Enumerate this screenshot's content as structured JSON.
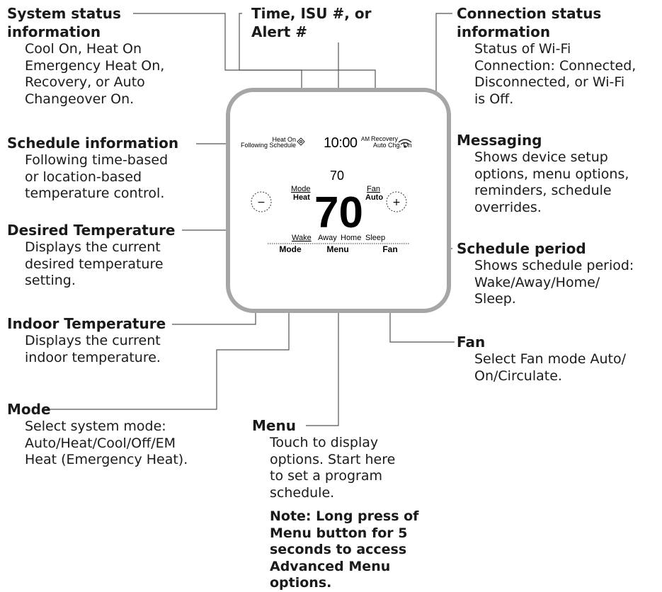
{
  "callouts": {
    "system_status": {
      "title": [
        "System status",
        "information"
      ],
      "body": [
        "Cool On, Heat On",
        "Emergency Heat On,",
        "Recovery, or Auto",
        "Changeover On."
      ]
    },
    "time_isu": {
      "title": [
        "Time, ISU #, or",
        "Alert #"
      ]
    },
    "connection_status": {
      "title": [
        "Connection status",
        "information"
      ],
      "body": [
        "Status of Wi-Fi",
        "Connection: Connected,",
        "Disconnected, or Wi-Fi",
        "is Off."
      ]
    },
    "schedule_info": {
      "title": [
        "Schedule information"
      ],
      "body": [
        "Following time-based",
        "or location-based",
        "temperature control."
      ]
    },
    "messaging": {
      "title": [
        "Messaging"
      ],
      "body": [
        "Shows device setup",
        "options, menu options,",
        "reminders, schedule",
        "overrides."
      ]
    },
    "desired_temp": {
      "title": [
        "Desired Temperature"
      ],
      "body": [
        "Displays the current",
        "desired temperature",
        "setting."
      ]
    },
    "schedule_period": {
      "title": [
        "Schedule period"
      ],
      "body": [
        "Shows schedule period:",
        "Wake/Away/Home/",
        "Sleep."
      ]
    },
    "indoor_temp": {
      "title": [
        "Indoor Temperature"
      ],
      "body": [
        "Displays the current",
        "indoor temperature."
      ]
    },
    "fan": {
      "title": [
        "Fan"
      ],
      "body": [
        "Select Fan mode Auto/",
        "On/Circulate."
      ]
    },
    "mode": {
      "title": [
        "Mode"
      ],
      "body": [
        "Select system mode:",
        "Auto/Heat/Cool/Off/EM",
        "Heat (Emergency Heat)."
      ]
    },
    "menu": {
      "title": [
        "Menu"
      ],
      "body": [
        "Touch to display",
        "options. Start here",
        "to set a program",
        "schedule."
      ],
      "note": [
        "Note: Long press of",
        "Menu button for 5",
        "seconds to access",
        "Advanced Menu",
        "options."
      ]
    }
  },
  "thermostat": {
    "status_heat_on": "Heat On",
    "status_following": "Following Schedule",
    "time_digits": "10:00",
    "time_ampm": "AM",
    "recovery": "Recovery",
    "auto_chg": "Auto Chg. On",
    "setpoint": "70",
    "indoor_temp": "70",
    "mode_label": "Mode",
    "mode_value": "Heat",
    "fan_label": "Fan",
    "fan_value": "Auto",
    "minus": "−",
    "plus": "+",
    "periods": [
      "Wake",
      "Away",
      "Home",
      "Sleep"
    ],
    "softkeys": [
      "Mode",
      "Menu",
      "Fan"
    ]
  },
  "colors": {
    "frame": "#a6a6a6",
    "line": "#555555",
    "text": "#1a1a1a"
  },
  "icons": [
    "wifi-icon",
    "leaf-schedule-icon"
  ]
}
